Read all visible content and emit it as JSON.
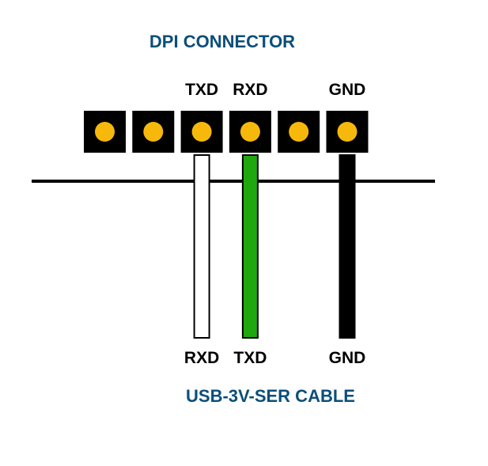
{
  "header": {
    "title": "DPI CONNECTOR"
  },
  "footer": {
    "title": "USB-3V-SER CABLE"
  },
  "connector": {
    "pin_count": 6,
    "pin_labels": [
      {
        "pin": 3,
        "text": "TXD"
      },
      {
        "pin": 4,
        "text": "RXD"
      },
      {
        "pin": 6,
        "text": "GND"
      }
    ]
  },
  "cable": {
    "wires": [
      {
        "pin": 3,
        "label": "RXD",
        "color": "#ffffff"
      },
      {
        "pin": 4,
        "label": "TXD",
        "color": "#1fa80e"
      },
      {
        "pin": 6,
        "label": "GND",
        "color": "#000000"
      }
    ]
  },
  "colors": {
    "title": "#0b4e7a",
    "pin_body": "#000000",
    "pin_dot": "#f6b80b",
    "line": "#000000"
  }
}
